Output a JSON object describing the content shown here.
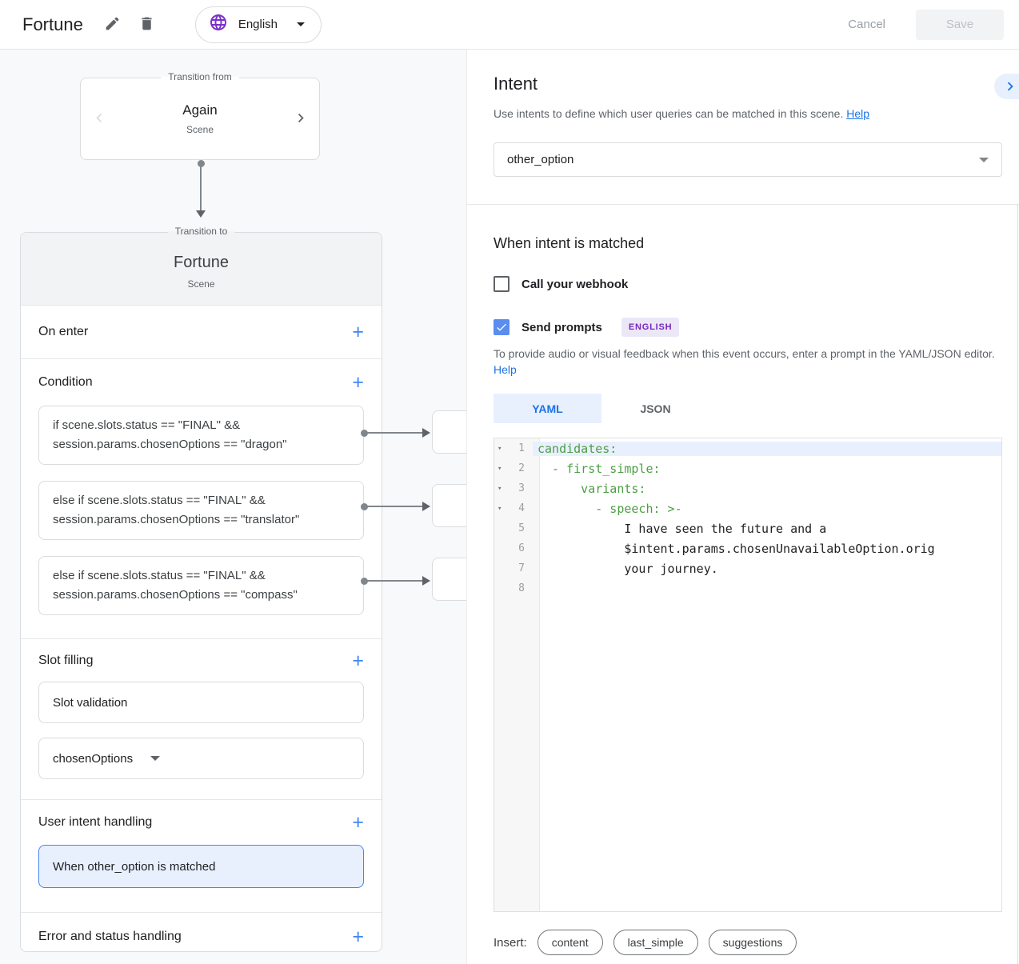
{
  "topbar": {
    "title": "Fortune",
    "language_selector": {
      "label": "English"
    },
    "cancel_label": "Cancel",
    "save_label": "Save"
  },
  "flow": {
    "transition_from": {
      "legend": "Transition from",
      "title": "Again",
      "subtitle": "Scene"
    },
    "scene_card": {
      "legend": "Transition to",
      "title": "Fortune",
      "subtitle": "Scene",
      "on_enter_label": "On enter",
      "condition_label": "Condition",
      "conditions": [
        {
          "text": "if scene.slots.status == \"FINAL\" && session.params.chosenOptions == \"dragon\""
        },
        {
          "text": "else if scene.slots.status == \"FINAL\" && session.params.chosenOptions == \"translator\""
        },
        {
          "text": "else if scene.slots.status == \"FINAL\" && session.params.chosenOptions == \"compass\""
        }
      ],
      "slot_filling_label": "Slot filling",
      "slot_validation_label": "Slot validation",
      "slot_parameter": "chosenOptions",
      "user_intent_label": "User intent handling",
      "user_intent_item": "When other_option is matched",
      "error_label": "Error and status handling"
    }
  },
  "intent_panel": {
    "title": "Intent",
    "description": "Use intents to define which user queries can be matched in this scene.",
    "help_label": "Help",
    "selected_intent": "other_option"
  },
  "matched_panel": {
    "title": "When intent is matched",
    "webhook_label": "Call your webhook",
    "send_prompts_label": "Send prompts",
    "language_badge": "ENGLISH",
    "description": "To provide audio or visual feedback when this event occurs, enter a prompt in the YAML/JSON editor.",
    "help_label": "Help",
    "tabs": [
      {
        "label": "YAML"
      },
      {
        "label": "JSON"
      }
    ],
    "editor_lines": [
      {
        "num": "1",
        "text": "candidates:"
      },
      {
        "num": "2",
        "text": "  - first_simple:"
      },
      {
        "num": "3",
        "text": "      variants:"
      },
      {
        "num": "4",
        "text": "        - speech: >-"
      },
      {
        "num": "5",
        "text": "            I have seen the future and a"
      },
      {
        "num": "6",
        "text": "            $intent.params.chosenUnavailableOption.orig"
      },
      {
        "num": "7",
        "text": "            your journey."
      },
      {
        "num": "8",
        "text": ""
      }
    ],
    "insert_label": "Insert:",
    "insert_chips": [
      "content",
      "last_simple",
      "suggestions"
    ]
  },
  "colors": {
    "accent_blue": "#1a73e8",
    "plus_blue": "#4285f4",
    "checkbox_checked_blue": "#5b8def",
    "selection_fill": "#e8f0fe",
    "selection_border": "#4285f4",
    "badge_text_purple": "#7627bb",
    "badge_bg_purple": "#ece7f7",
    "yaml_key_green": "#4c9e45",
    "globe_purple": "#7c30c9"
  }
}
